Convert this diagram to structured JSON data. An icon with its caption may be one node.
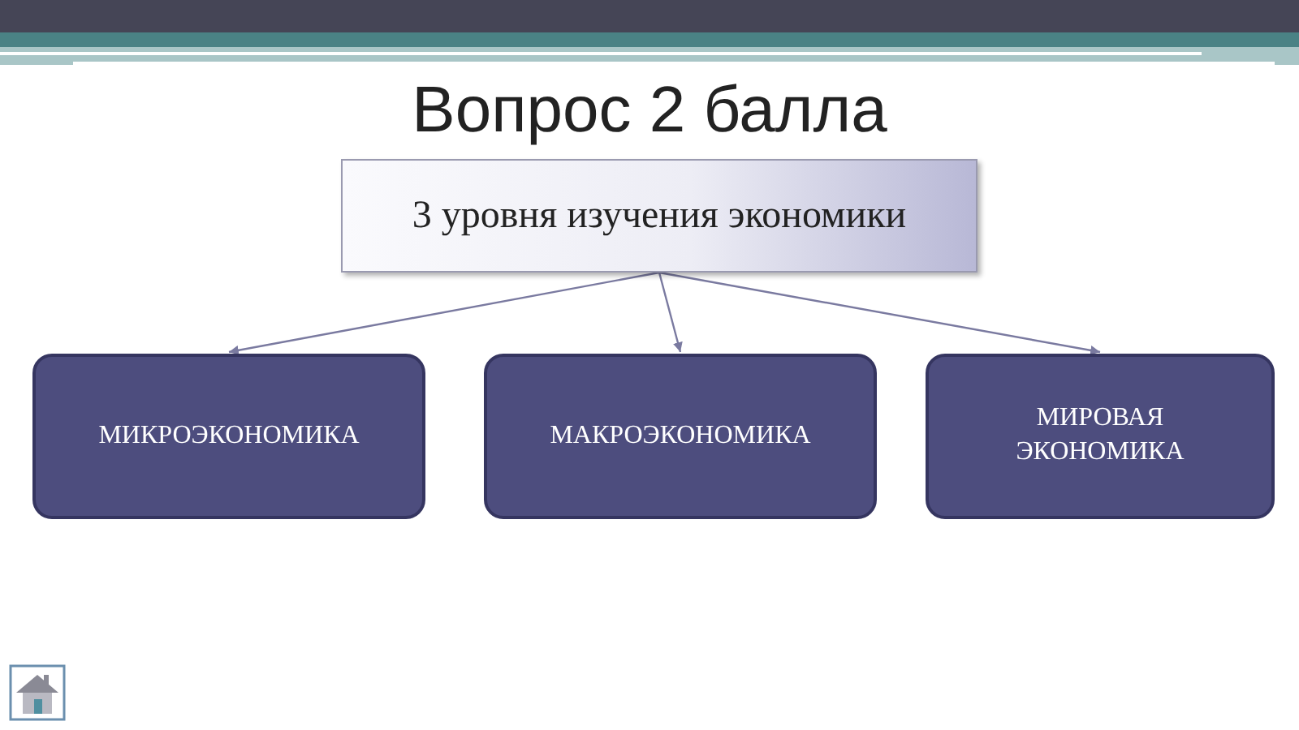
{
  "diagram": {
    "title": "Вопрос 2 балла",
    "nodes": [
      {
        "text": [
          "3 уровня изучения экономики"
        ]
      },
      {
        "text": [
          "МИКРОЭКОНОМИКА"
        ]
      },
      {
        "text": [
          "МАКРОЭКОНОМИКА"
        ]
      },
      {
        "text": [
          "МИРОВАЯ ЭКОНОМИКА"
        ]
      }
    ],
    "edges": [
      {
        "from": 0,
        "to": 1,
        "arrow": "to"
      },
      {
        "from": 0,
        "to": 2,
        "arrow": "to"
      },
      {
        "from": 0,
        "to": 3,
        "arrow": "to"
      }
    ]
  }
}
